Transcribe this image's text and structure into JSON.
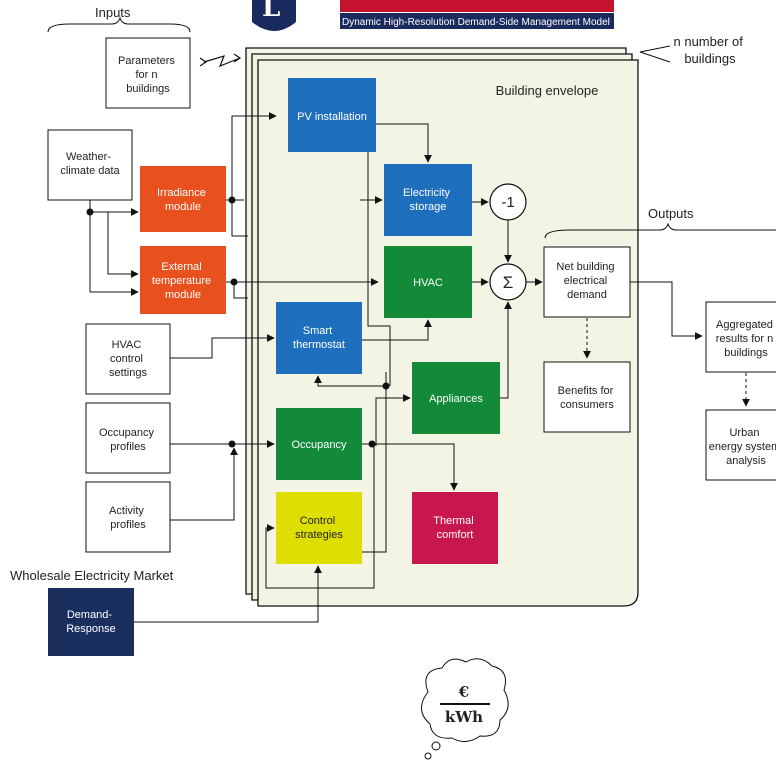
{
  "header": {
    "subtitle": "Dynamic High-Resolution Demand-Side Management Model"
  },
  "labels": {
    "inputs": "Inputs",
    "outputs": "Outputs",
    "n_buildings": [
      "n number of",
      "buildings"
    ],
    "building_envelope": "Building envelope",
    "wholesale_market": "Wholesale Electricity Market"
  },
  "inputs": {
    "parameters": [
      "Parameters",
      "for n",
      "buildings"
    ],
    "weather": [
      "Weather-",
      "climate data"
    ],
    "hvac_settings": [
      "HVAC",
      "control",
      "settings"
    ],
    "occupancy_profiles": [
      "Occupancy",
      "profiles"
    ],
    "activity_profiles": [
      "Activity",
      "profiles"
    ]
  },
  "modules": {
    "irradiance": [
      "Irradiance",
      "module"
    ],
    "external_temp": [
      "External",
      "temperature",
      "module"
    ],
    "pv": [
      "PV installation"
    ],
    "storage": [
      "Electricity",
      "storage"
    ],
    "hvac": [
      "HVAC"
    ],
    "smart_thermostat": [
      "Smart",
      "thermostat"
    ],
    "appliances": [
      "Appliances"
    ],
    "occupancy": [
      "Occupancy"
    ],
    "control": [
      "Control",
      "strategies"
    ],
    "thermal_comfort": [
      "Thermal",
      "comfort"
    ],
    "demand_response": [
      "Demand-",
      "Response"
    ]
  },
  "operators": {
    "minus_one": "-1",
    "sum": "Σ"
  },
  "outputs": {
    "net_demand": [
      "Net building",
      "electrical",
      "demand"
    ],
    "benefits": [
      "Benefits for",
      "consumers"
    ],
    "aggregated": [
      "Aggregated",
      "results for n",
      "buildings"
    ],
    "urban": [
      "Urban",
      "energy system",
      "analysis"
    ]
  },
  "price_cloud": {
    "numerator": "€",
    "denominator": "kWh"
  },
  "colors": {
    "orange": "#e8501e",
    "blue": "#1f6fbf",
    "green": "#138a3a",
    "yellow": "#dede00",
    "crimson": "#c8174f",
    "navy": "#1b2f5e",
    "envelope_fill": "#f4f4e4",
    "logo_red": "#c4122f",
    "logo_navy": "#1a2a5e"
  }
}
